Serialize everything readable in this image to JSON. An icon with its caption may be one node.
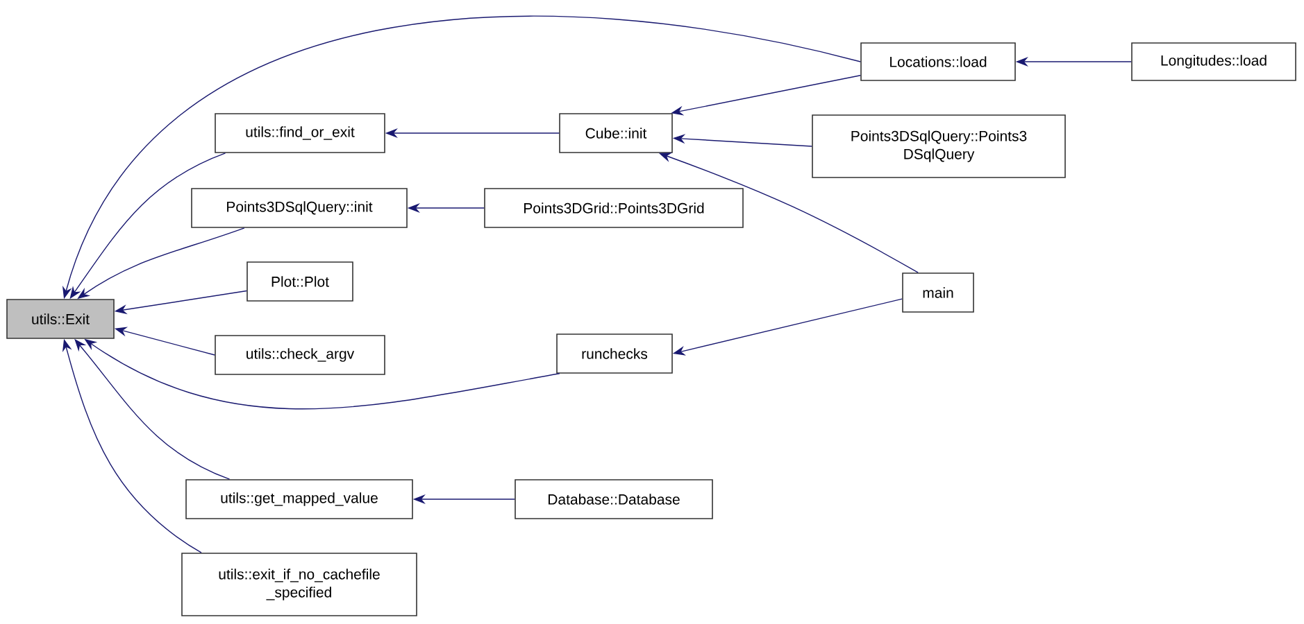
{
  "diagram": {
    "nodes": [
      {
        "text": [
          "utils::Exit"
        ]
      },
      {
        "text": [
          "Locations::load"
        ]
      },
      {
        "text": [
          "Longitudes::load"
        ]
      },
      {
        "text": [
          "utils::find_or_exit"
        ]
      },
      {
        "text": [
          "Cube::init"
        ]
      },
      {
        "text": [
          "Points3DSqlQuery::Points3 DSqlQuery"
        ]
      },
      {
        "text": [
          "Points3DSqlQuery::init"
        ]
      },
      {
        "text": [
          "Points3DGrid::Points3DGrid"
        ]
      },
      {
        "text": [
          "Plot::Plot"
        ]
      },
      {
        "text": [
          "utils::check_argv"
        ]
      },
      {
        "text": [
          "runchecks"
        ]
      },
      {
        "text": [
          "main"
        ]
      },
      {
        "text": [
          "utils::get_mapped_value"
        ]
      },
      {
        "text": [
          "Database::Database"
        ]
      },
      {
        "text": [
          "utils::exit_if_no_cachefile _specified"
        ]
      }
    ],
    "edges": [
      {
        "from": 1,
        "to": 0,
        "arrow": "to"
      },
      {
        "from": 3,
        "to": 0,
        "arrow": "to"
      },
      {
        "from": 6,
        "to": 0,
        "arrow": "to"
      },
      {
        "from": 8,
        "to": 0,
        "arrow": "to"
      },
      {
        "from": 9,
        "to": 0,
        "arrow": "to"
      },
      {
        "from": 10,
        "to": 0,
        "arrow": "to"
      },
      {
        "from": 12,
        "to": 0,
        "arrow": "to"
      },
      {
        "from": 14,
        "to": 0,
        "arrow": "to"
      },
      {
        "from": 2,
        "to": 1,
        "arrow": "to"
      },
      {
        "from": 4,
        "to": 3,
        "arrow": "to"
      },
      {
        "from": 1,
        "to": 4,
        "arrow": "to"
      },
      {
        "from": 5,
        "to": 4,
        "arrow": "to"
      },
      {
        "from": 11,
        "to": 4,
        "arrow": "to"
      },
      {
        "from": 7,
        "to": 6,
        "arrow": "to"
      },
      {
        "from": 11,
        "to": 10,
        "arrow": "to"
      },
      {
        "from": 13,
        "to": 12,
        "arrow": "to"
      }
    ]
  }
}
